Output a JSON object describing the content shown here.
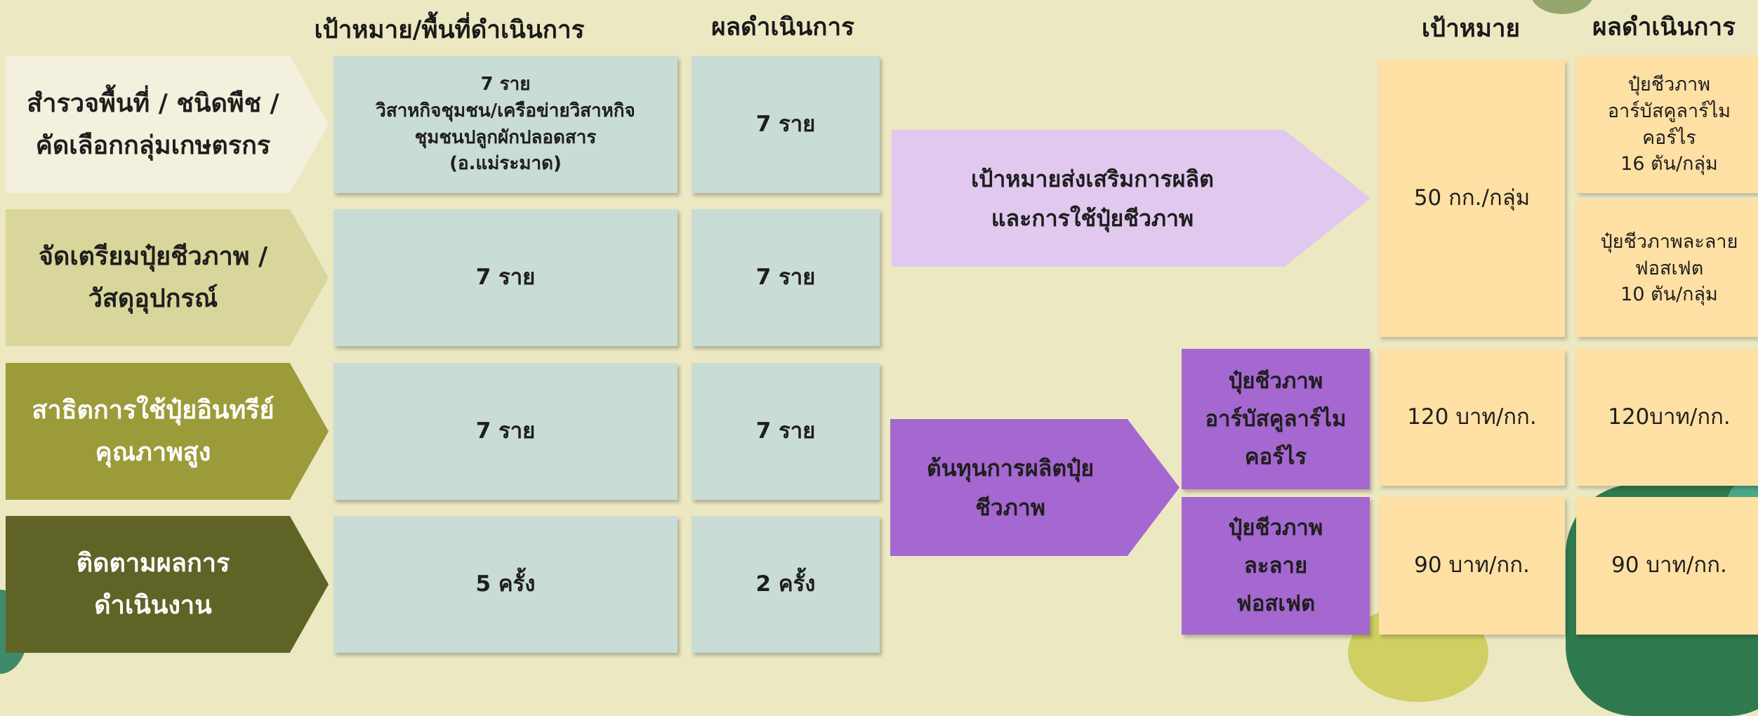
{
  "headers": {
    "target_area": "เป้าหมาย/พื้นที่ดำเนินการ",
    "result": "ผลดำเนินการ",
    "target_right": "เป้าหมาย",
    "result_right": "ผลดำเนินการ"
  },
  "steps": [
    {
      "label_lines": [
        "สำรวจพื้นที่ / ชนิดพืช /",
        "คัดเลือกกลุ่มเกษตรกร"
      ],
      "target_lines": [
        "7 ราย",
        "วิสาหกิจชุมชน/เครือข่ายวิสาหกิจ",
        "ชุมชนปลูกผักปลอดสาร",
        "(อ.แม่ระมาด)"
      ],
      "result": "7 ราย"
    },
    {
      "label_lines": [
        "จัดเตรียมปุ๋ยชีวภาพ /",
        "วัสดุอุปกรณ์"
      ],
      "target_lines": [
        "7 ราย"
      ],
      "result": "7 ราย"
    },
    {
      "label_lines": [
        "สาธิตการใช้ปุ๋ยอินทรีย์",
        "คุณภาพสูง"
      ],
      "target_lines": [
        "7 ราย"
      ],
      "result": "7 ราย"
    },
    {
      "label_lines": [
        "ติดตามผลการ",
        "ดำเนินงาน"
      ],
      "target_lines": [
        "5 ครั้ง"
      ],
      "result": "2 ครั้ง"
    }
  ],
  "promotion": {
    "label_lines": [
      "เป้าหมายส่งเสริมการผลิต",
      "และการใช้ปุ๋ยชีวภาพ"
    ],
    "target": "50 กก./กลุ่ม",
    "results": [
      {
        "lines": [
          "ปุ๋ยชีวภาพ",
          "อาร์บัสคูลาร์ไม",
          "คอร์ไร",
          "16 ตัน/กลุ่ม"
        ]
      },
      {
        "lines": [
          "ปุ๋ยชีวภาพละลาย",
          "ฟอสเฟต",
          "10 ตัน/กลุ่ม"
        ]
      }
    ]
  },
  "cost": {
    "label_lines": [
      "ต้นทุนการผลิตปุ๋ย",
      "ชีวภาพ"
    ],
    "items": [
      {
        "name_lines": [
          "ปุ๋ยชีวภาพ",
          "อาร์บัสคูลาร์ไม",
          "คอร์ไร"
        ],
        "target": "120 บาท/กก.",
        "result": "120บาท/กก."
      },
      {
        "name_lines": [
          "ปุ๋ยชีวภาพ",
          "ละลาย",
          "ฟอสเฟต"
        ],
        "target": "90 บาท/กก.",
        "result": "90 บาท/กก."
      }
    ]
  },
  "colors": {
    "background": "#ece8c2",
    "step_fill": [
      "#f3f1dd",
      "#d8d69a",
      "#9c9b3a",
      "#5f6426"
    ],
    "target_box": "#c9dcd5",
    "promotion_arrow": "#e0c8ef",
    "cost_purple": "#a567d0",
    "orange_box": "#ffe0a4"
  }
}
